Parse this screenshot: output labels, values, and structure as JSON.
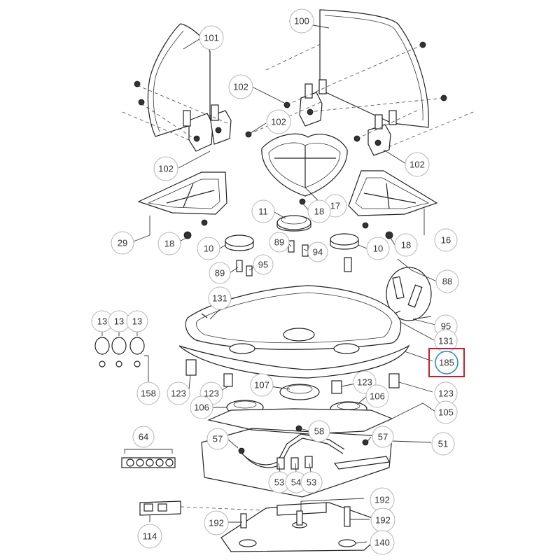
{
  "callouts": {
    "c100": "100",
    "c101": "101",
    "c102a": "102",
    "c102b": "102",
    "c102c": "102",
    "c102d": "102",
    "c17": "17",
    "c11": "11",
    "c18a": "18",
    "c18b": "18",
    "c18c": "18",
    "c29": "29",
    "c16": "16",
    "c10a": "10",
    "c10b": "10",
    "c89a": "89",
    "c94": "94",
    "c89b": "89",
    "c95a": "95",
    "c88": "88",
    "c95b": "95",
    "c131a": "131",
    "c131b": "131",
    "c13a": "13",
    "c13b": "13",
    "c13c": "13",
    "c185": "185",
    "c158": "158",
    "c123a": "123",
    "c123b": "123",
    "c123c": "123",
    "c123d": "123",
    "c107": "107",
    "c106a": "106",
    "c106b": "106",
    "c105": "105",
    "c64": "64",
    "c58": "58",
    "c57a": "57",
    "c57b": "57",
    "c51": "51",
    "c53a": "53",
    "c54": "54",
    "c53b": "53",
    "c192a": "192",
    "c192b": "192",
    "c192c": "192",
    "c114": "114",
    "c140": "140"
  },
  "highlight": {
    "color": "#c8202a",
    "ring_color": "#2a8fc0",
    "part": "185"
  }
}
